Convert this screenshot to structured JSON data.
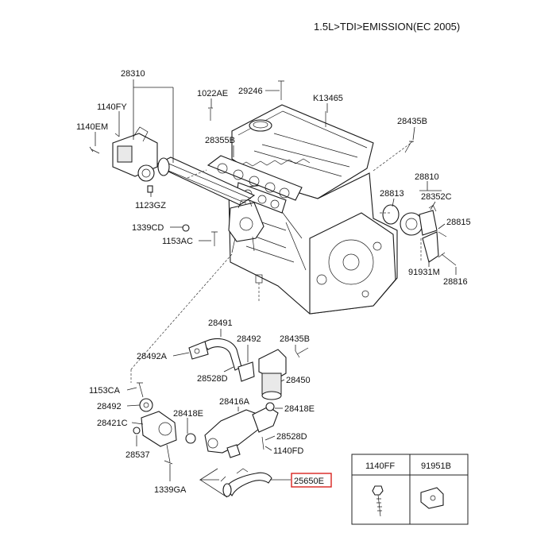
{
  "header": {
    "title": "1.5L>TDI>EMISSION(EC 2005)"
  },
  "labels": {
    "p28310": "28310",
    "p1140FY": "1140FY",
    "p1140EM": "1140EM",
    "p1123GZ": "1123GZ",
    "p1022AE": "1022AE",
    "p29246": "29246",
    "pK13465": "K13465",
    "p28355B": "28355B",
    "p28435B_top": "28435B",
    "p28810": "28810",
    "p28813": "28813",
    "p28352C": "28352C",
    "p28815": "28815",
    "p91931M": "91931M",
    "p28816": "28816",
    "p1339CD": "1339CD",
    "p1153AC": "1153AC",
    "p28491": "28491",
    "p28492A": "28492A",
    "p28492_a": "28492",
    "p28435B_mid": "28435B",
    "p28528D_a": "28528D",
    "p28450": "28450",
    "p1153CA": "1153CA",
    "p28492_b": "28492",
    "p28416A": "28416A",
    "p28418E_a": "28418E",
    "p28418E_b": "28418E",
    "p28421C": "28421C",
    "p28528D_b": "28528D",
    "p28537": "28537",
    "p1140FD": "1140FD",
    "p1339GA": "1339GA",
    "p25650E": "25650E"
  },
  "table": {
    "col1": "1140FF",
    "col2": "91951B"
  },
  "colors": {
    "highlight": "#d9231f",
    "line": "#222222"
  }
}
